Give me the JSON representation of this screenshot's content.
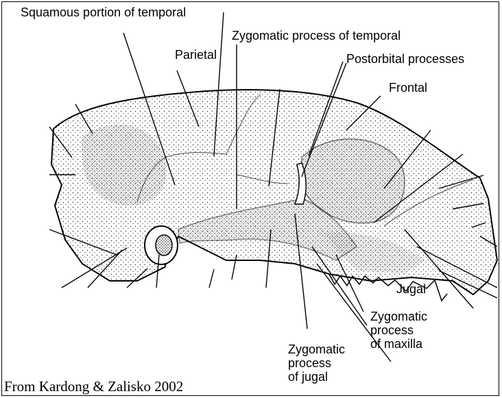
{
  "labels": {
    "squamous": "Squamous portion of temporal",
    "parietal": "Parietal",
    "zygomatic_temporal": "Zygomatic process of temporal",
    "postorbital": "Postorbital processes",
    "frontal": "Frontal",
    "jugal": "Jugal",
    "zygomatic_maxilla": [
      "Zygomatic",
      "process",
      "of maxilla"
    ],
    "zygomatic_jugal": [
      "Zygomatic",
      "process",
      "of jugal"
    ]
  },
  "credit": "From Kardong & Zalisko 2002",
  "colors": {
    "ink": "#000000",
    "stipple": "#1a1a1a",
    "background": "#ffffff"
  }
}
